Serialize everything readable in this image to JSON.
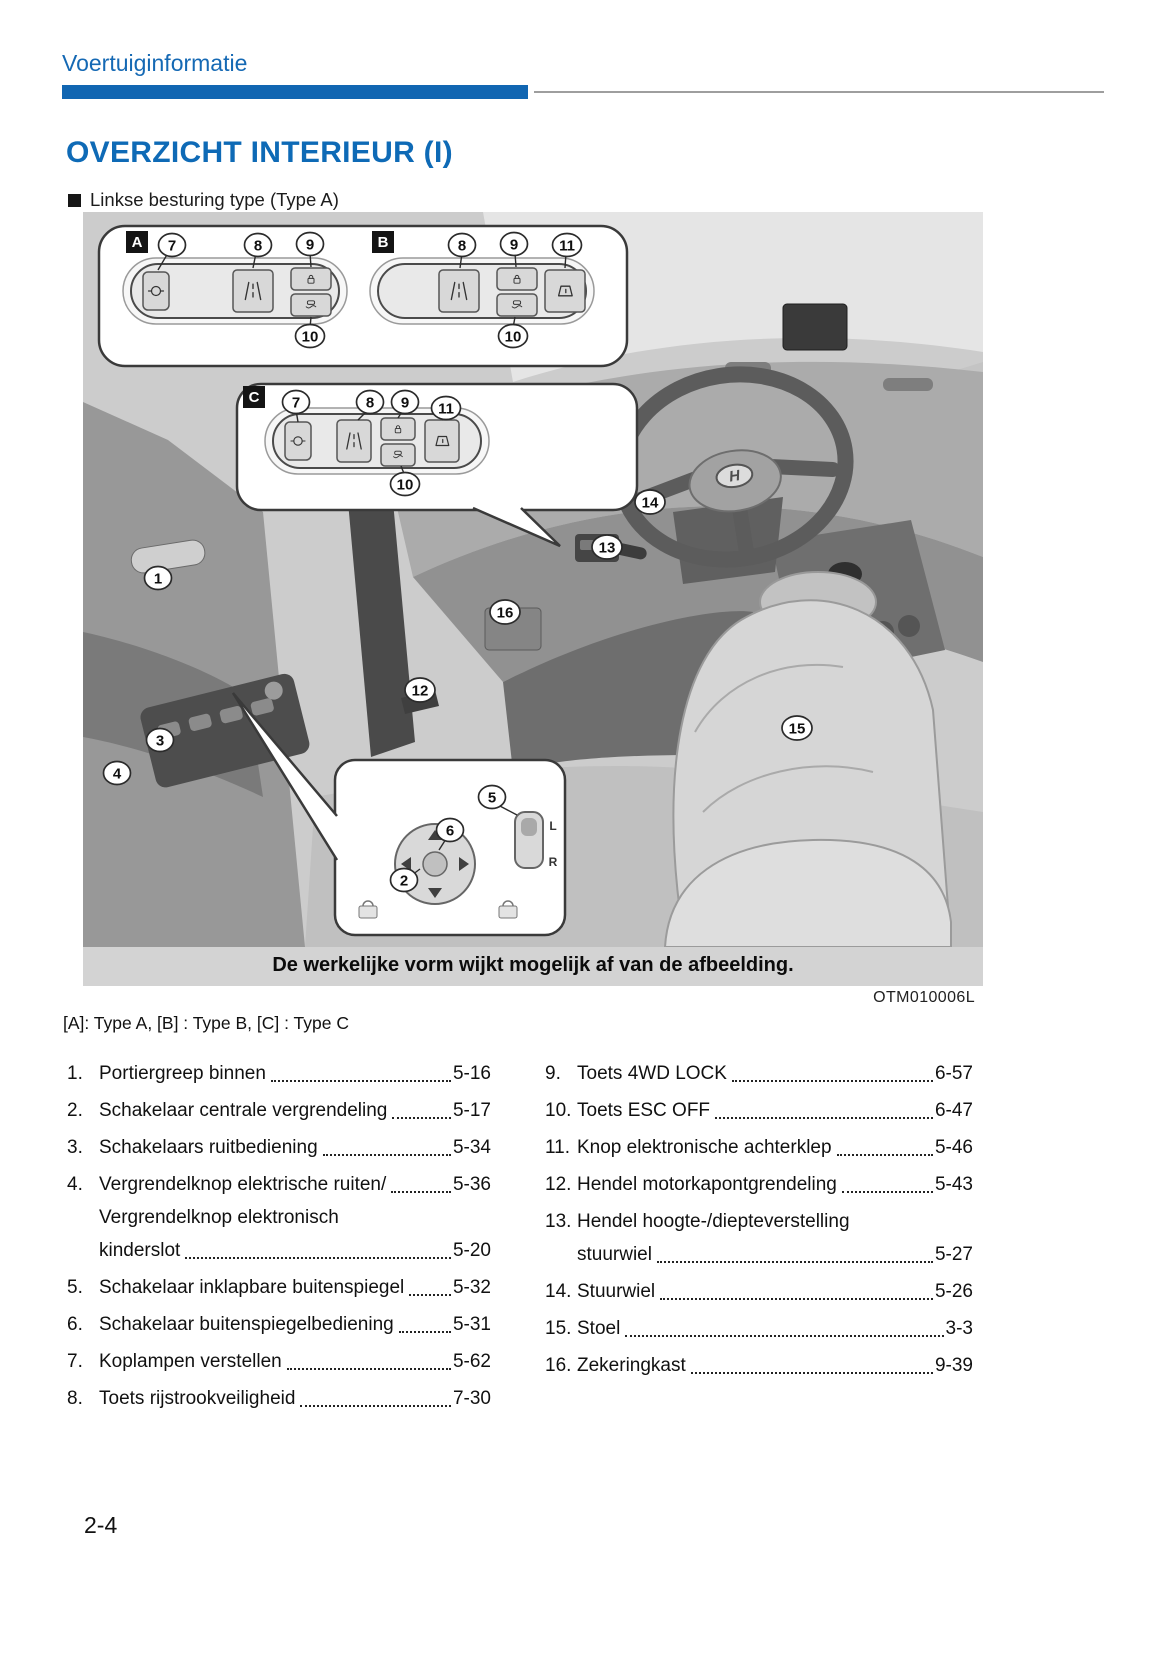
{
  "colors": {
    "accent_blue": "#1166b2"
  },
  "header": {
    "section": "Voertuiginformatie"
  },
  "title": "OVERZICHT INTERIEUR (I)",
  "figure": {
    "variant_label": "Linkse besturing type (Type A)",
    "caption": "De werkelijke vorm wijkt mogelijk af van de afbeelding.",
    "image_code": "OTM010006L",
    "type_note": "[A]: Type A, [B] : Type B, [C] : Type C",
    "inset_labels": [
      "A",
      "B",
      "C"
    ],
    "panel_a_numbers": [
      "7",
      "8",
      "9",
      "10"
    ],
    "panel_b_numbers": [
      "8",
      "9",
      "11",
      "10"
    ],
    "panel_c_numbers": [
      "7",
      "8",
      "9",
      "11",
      "10"
    ],
    "mirror_switch_labels": [
      "L",
      "R"
    ],
    "steering_logo": "H",
    "callouts": [
      "1",
      "2",
      "3",
      "4",
      "5",
      "6",
      "12",
      "13",
      "14",
      "15",
      "16"
    ]
  },
  "legend": {
    "left": [
      {
        "num": "1.",
        "lines": [
          {
            "text": "Portiergreep binnen",
            "page": "5-16"
          }
        ]
      },
      {
        "num": "2.",
        "lines": [
          {
            "text": "Schakelaar centrale vergrendeling",
            "page": "5-17"
          }
        ]
      },
      {
        "num": "3.",
        "lines": [
          {
            "text": "Schakelaars ruitbediening",
            "page": "5-34"
          }
        ]
      },
      {
        "num": "4.",
        "lines": [
          {
            "text": "Vergrendelknop elektrische ruiten/",
            "page": "5-36"
          },
          {
            "text": "Vergrendelknop elektronisch",
            "page": ""
          },
          {
            "text": "kinderslot",
            "page": "5-20"
          }
        ]
      },
      {
        "num": "5.",
        "lines": [
          {
            "text": "Schakelaar inklapbare buitenspiegel",
            "page": "5-32"
          }
        ]
      },
      {
        "num": "6.",
        "lines": [
          {
            "text": "Schakelaar buitenspiegelbediening",
            "page": "5-31"
          }
        ]
      },
      {
        "num": "7.",
        "lines": [
          {
            "text": "Koplampen verstellen",
            "page": "5-62"
          }
        ]
      },
      {
        "num": "8.",
        "lines": [
          {
            "text": "Toets rijstrookveiligheid",
            "page": "7-30"
          }
        ]
      }
    ],
    "right": [
      {
        "num": "9.",
        "lines": [
          {
            "text": "Toets 4WD LOCK",
            "page": "6-57"
          }
        ]
      },
      {
        "num": "10.",
        "lines": [
          {
            "text": "Toets ESC OFF",
            "page": "6-47"
          }
        ]
      },
      {
        "num": "11.",
        "lines": [
          {
            "text": "Knop elektronische achterklep",
            "page": "5-46"
          }
        ]
      },
      {
        "num": "12.",
        "lines": [
          {
            "text": "Hendel motorkapontgrendeling",
            "page": "5-43"
          }
        ]
      },
      {
        "num": "13.",
        "lines": [
          {
            "text": "Hendel hoogte-/diepteverstelling",
            "page": ""
          },
          {
            "text": "stuurwiel",
            "page": "5-27"
          }
        ]
      },
      {
        "num": "14.",
        "lines": [
          {
            "text": "Stuurwiel",
            "page": "5-26"
          }
        ]
      },
      {
        "num": "15.",
        "lines": [
          {
            "text": "Stoel",
            "page": "3-3"
          }
        ]
      },
      {
        "num": "16.",
        "lines": [
          {
            "text": "Zekeringkast",
            "page": "9-39"
          }
        ]
      }
    ]
  },
  "footer": {
    "page_number": "2-4"
  }
}
